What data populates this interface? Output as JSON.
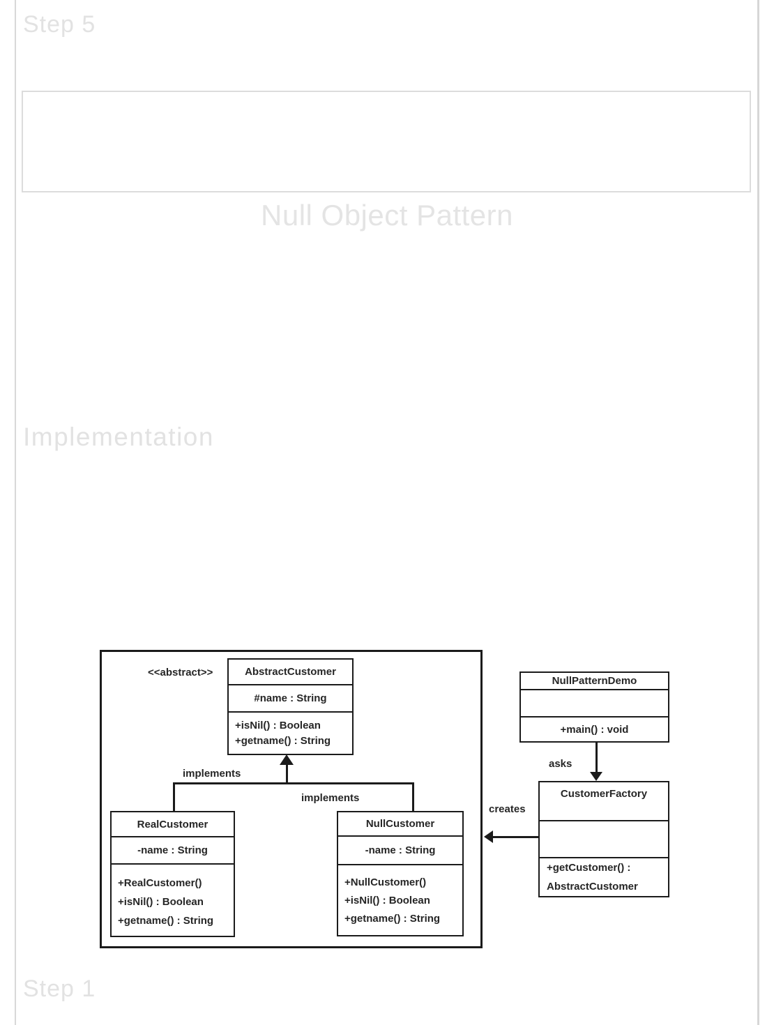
{
  "page": {
    "step5_heading": "Step 5",
    "title": "Null Object Pattern",
    "implementation_heading": "Implementation",
    "step1_heading": "Step 1"
  },
  "diagram": {
    "stereotype": "<<abstract>>",
    "labels": {
      "implements_left": "implements",
      "implements_right": "implements",
      "asks": "asks",
      "creates": "creates"
    },
    "classes": {
      "abstract_customer": {
        "name": "AbstractCustomer",
        "attributes": [
          "#name : String"
        ],
        "methods": [
          "+isNil() : Boolean",
          "+getname() : String"
        ]
      },
      "real_customer": {
        "name": "RealCustomer",
        "attributes": [
          "-name : String"
        ],
        "methods": [
          "+RealCustomer()",
          "+isNil() : Boolean",
          "+getname() : String"
        ]
      },
      "null_customer": {
        "name": "NullCustomer",
        "attributes": [
          "-name : String"
        ],
        "methods": [
          "+NullCustomer()",
          "+isNil() : Boolean",
          "+getname() : String"
        ]
      },
      "null_pattern_demo": {
        "name": "NullPatternDemo",
        "attributes": [],
        "methods": [
          "+main() : void"
        ]
      },
      "customer_factory": {
        "name": "CustomerFactory",
        "attributes": [],
        "methods": [
          "+getCustomer() :",
          "AbstractCustomer"
        ]
      }
    }
  },
  "colors": {
    "page_background": "#ffffff",
    "ghost_heading": "#e2e2e2",
    "page_border": "#d8d8d8",
    "diagram_line": "#1b1b1b",
    "diagram_text": "#262626"
  }
}
